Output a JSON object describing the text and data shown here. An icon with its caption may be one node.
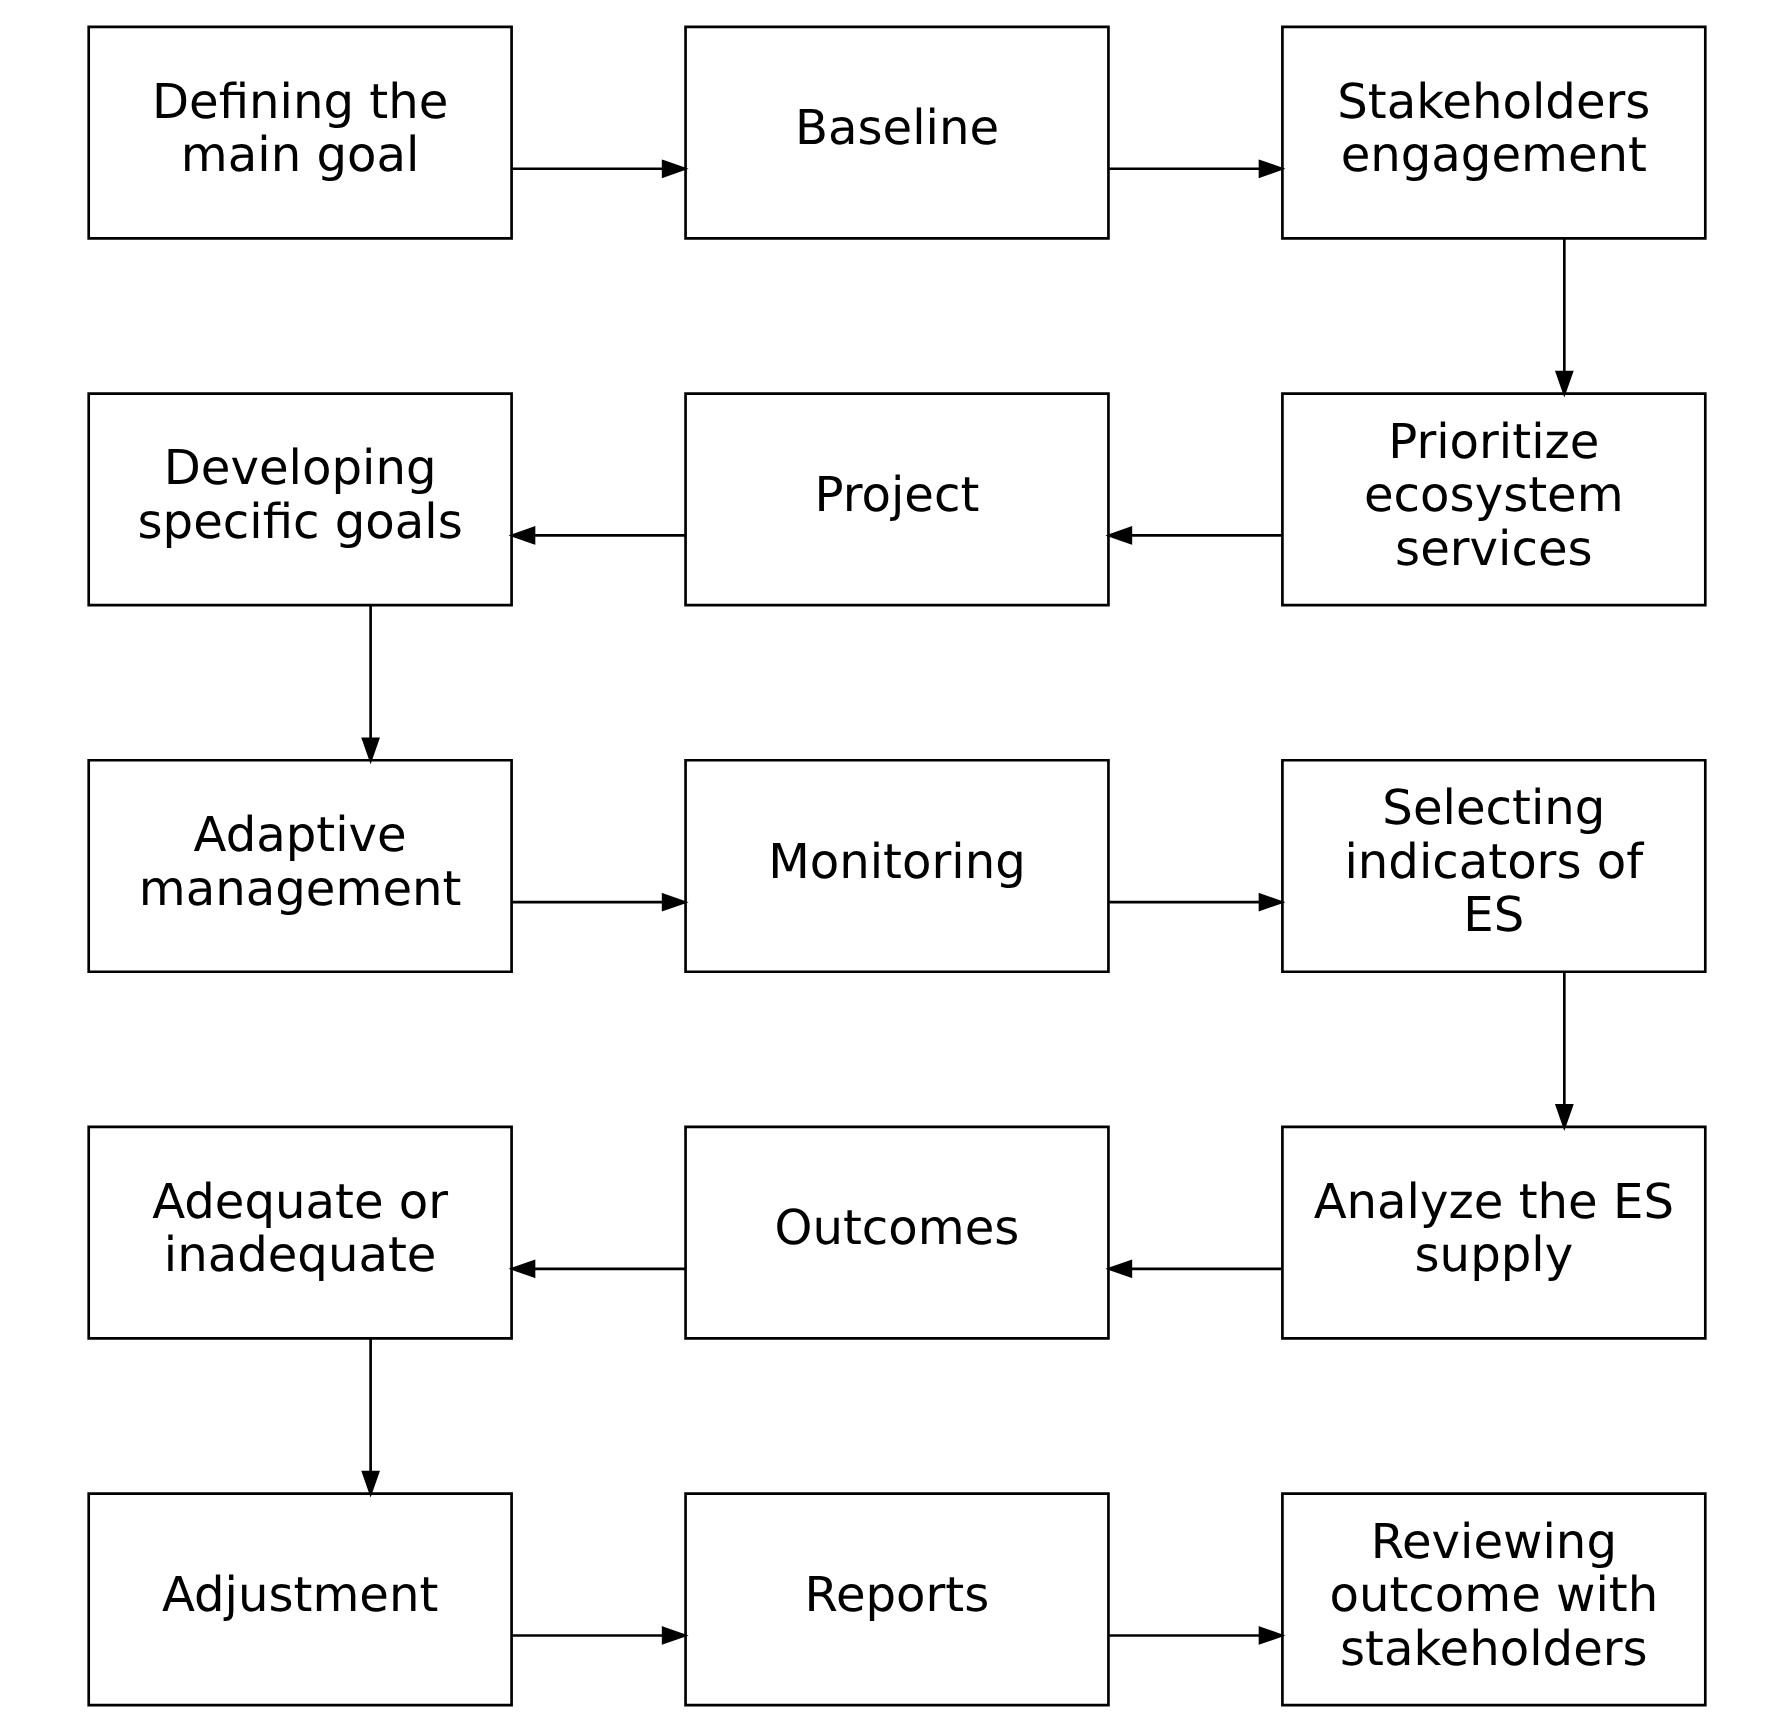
{
  "diagram": {
    "nodes": [
      {
        "text": [
          "Defining the main goal"
        ]
      },
      {
        "text": [
          "Baseline"
        ]
      },
      {
        "text": [
          "Stakeholders engagement"
        ]
      },
      {
        "text": [
          "Developing specific goals"
        ]
      },
      {
        "text": [
          "Project"
        ]
      },
      {
        "text": [
          "Prioritize ecosystem services"
        ]
      },
      {
        "text": [
          "Adaptive management"
        ]
      },
      {
        "text": [
          "Monitoring"
        ]
      },
      {
        "text": [
          "Selecting indicators of ES"
        ]
      },
      {
        "text": [
          "Adequate or inadequate"
        ]
      },
      {
        "text": [
          "Outcomes"
        ]
      },
      {
        "text": [
          "Analyze the ES supply"
        ]
      },
      {
        "text": [
          "Adjustment"
        ]
      },
      {
        "text": [
          "Reports"
        ]
      },
      {
        "text": [
          "Reviewing outcome with stakeholders"
        ]
      }
    ],
    "edges": [
      {
        "from": 0,
        "to": 1,
        "arrow": "to"
      },
      {
        "from": 1,
        "to": 2,
        "arrow": "to"
      },
      {
        "from": 2,
        "to": 5,
        "arrow": "to"
      },
      {
        "from": 5,
        "to": 4,
        "arrow": "to"
      },
      {
        "from": 4,
        "to": 3,
        "arrow": "to"
      },
      {
        "from": 3,
        "to": 6,
        "arrow": "to"
      },
      {
        "from": 6,
        "to": 7,
        "arrow": "to"
      },
      {
        "from": 7,
        "to": 8,
        "arrow": "to"
      },
      {
        "from": 8,
        "to": 11,
        "arrow": "to"
      },
      {
        "from": 11,
        "to": 10,
        "arrow": "to"
      },
      {
        "from": 10,
        "to": 9,
        "arrow": "to"
      },
      {
        "from": 9,
        "to": 12,
        "arrow": "to"
      },
      {
        "from": 12,
        "to": 13,
        "arrow": "to"
      },
      {
        "from": 13,
        "to": 14,
        "arrow": "to"
      }
    ]
  }
}
